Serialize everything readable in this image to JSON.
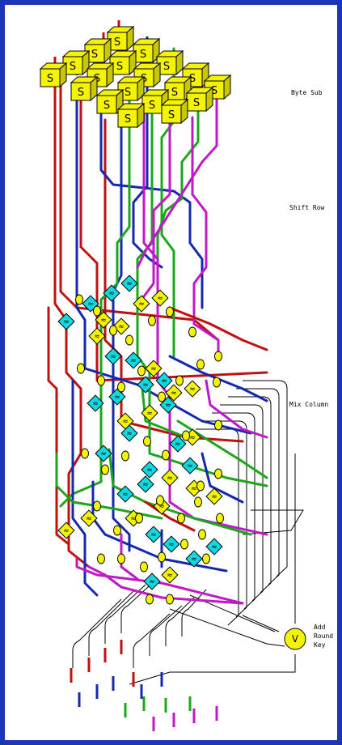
{
  "labels": {
    "byte_sub": "Byte Sub",
    "shift_row": "Shift Row",
    "mix_column": "Mix Column",
    "add_round_key_line1": "Add",
    "add_round_key_line2": "Round",
    "add_round_key_line3": "Key"
  },
  "glyphs": {
    "sbox": "S",
    "xor": "V",
    "mult": "≈"
  },
  "colors": {
    "border": "#1a35b8",
    "red": "#c01010",
    "blue": "#1428b0",
    "green": "#1aa81a",
    "magenta": "#c018c8",
    "sbox_face": "#f4f400",
    "sbox_side": "#c8c800",
    "mult_cyan": "#10d8e0",
    "mult_yellow": "#f4f400",
    "thin_line": "#000000"
  },
  "icons": [
    "sbox-cube-icon",
    "mix-multiplier-icon",
    "xor-node-icon",
    "add-round-key-icon"
  ]
}
